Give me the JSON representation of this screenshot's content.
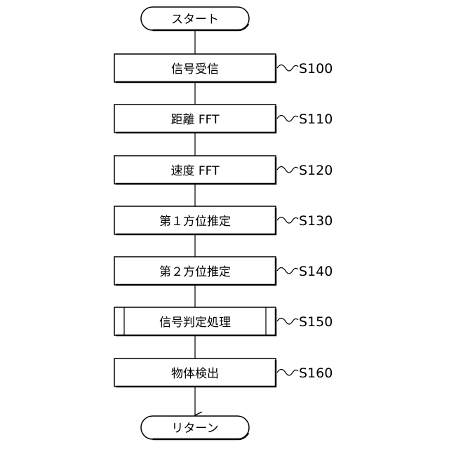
{
  "start": "スタート",
  "end": "リターン",
  "steps": [
    {
      "text": "信号受信",
      "label": "S100",
      "kind": "process"
    },
    {
      "text": "距離 FFT",
      "label": "S110",
      "kind": "process"
    },
    {
      "text": "速度 FFT",
      "label": "S120",
      "kind": "process"
    },
    {
      "text": "第１方位推定",
      "label": "S130",
      "kind": "process"
    },
    {
      "text": "第２方位推定",
      "label": "S140",
      "kind": "process"
    },
    {
      "text": "信号判定処理",
      "label": "S150",
      "kind": "subroutine"
    },
    {
      "text": "物体検出",
      "label": "S160",
      "kind": "process"
    }
  ]
}
